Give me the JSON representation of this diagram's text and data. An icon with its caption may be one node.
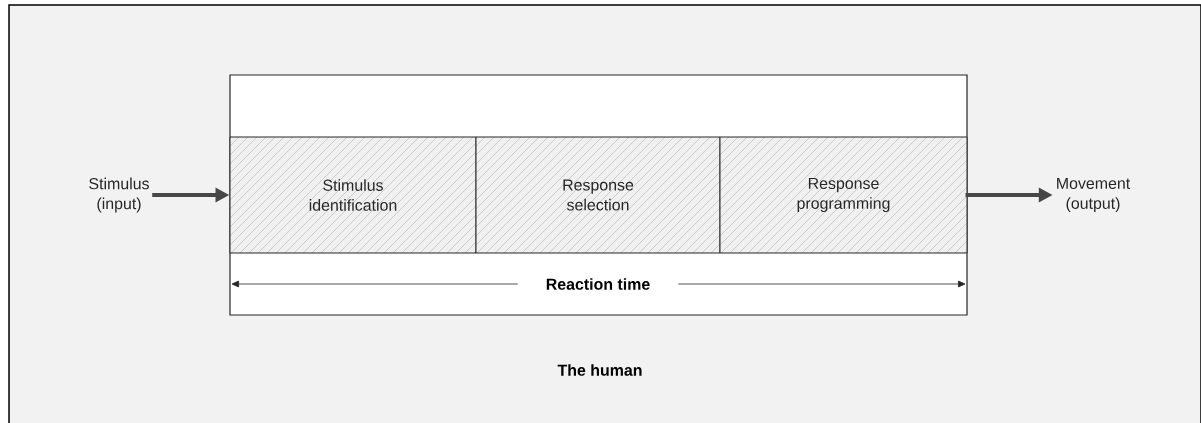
{
  "diagram": {
    "nodes": [
      {
        "text": [
          "The human"
        ]
      },
      {
        "text": [],
        "shape": "box",
        "in": 0
      },
      {
        "text": [
          "Stimulus identification"
        ],
        "in": 1
      },
      {
        "text": [
          "Response selection"
        ],
        "in": 1
      },
      {
        "text": [
          "Response programming"
        ],
        "in": 1
      },
      {
        "text": [
          "Stimulus (input)"
        ],
        "in": 0
      },
      {
        "text": [
          "Movement (output)"
        ],
        "in": 0
      }
    ],
    "edges": [
      {
        "from": 5,
        "to": 2,
        "arrow": "to"
      },
      {
        "from": 4,
        "to": 6,
        "arrow": "to"
      }
    ],
    "labels": [
      "Reaction time"
    ]
  }
}
